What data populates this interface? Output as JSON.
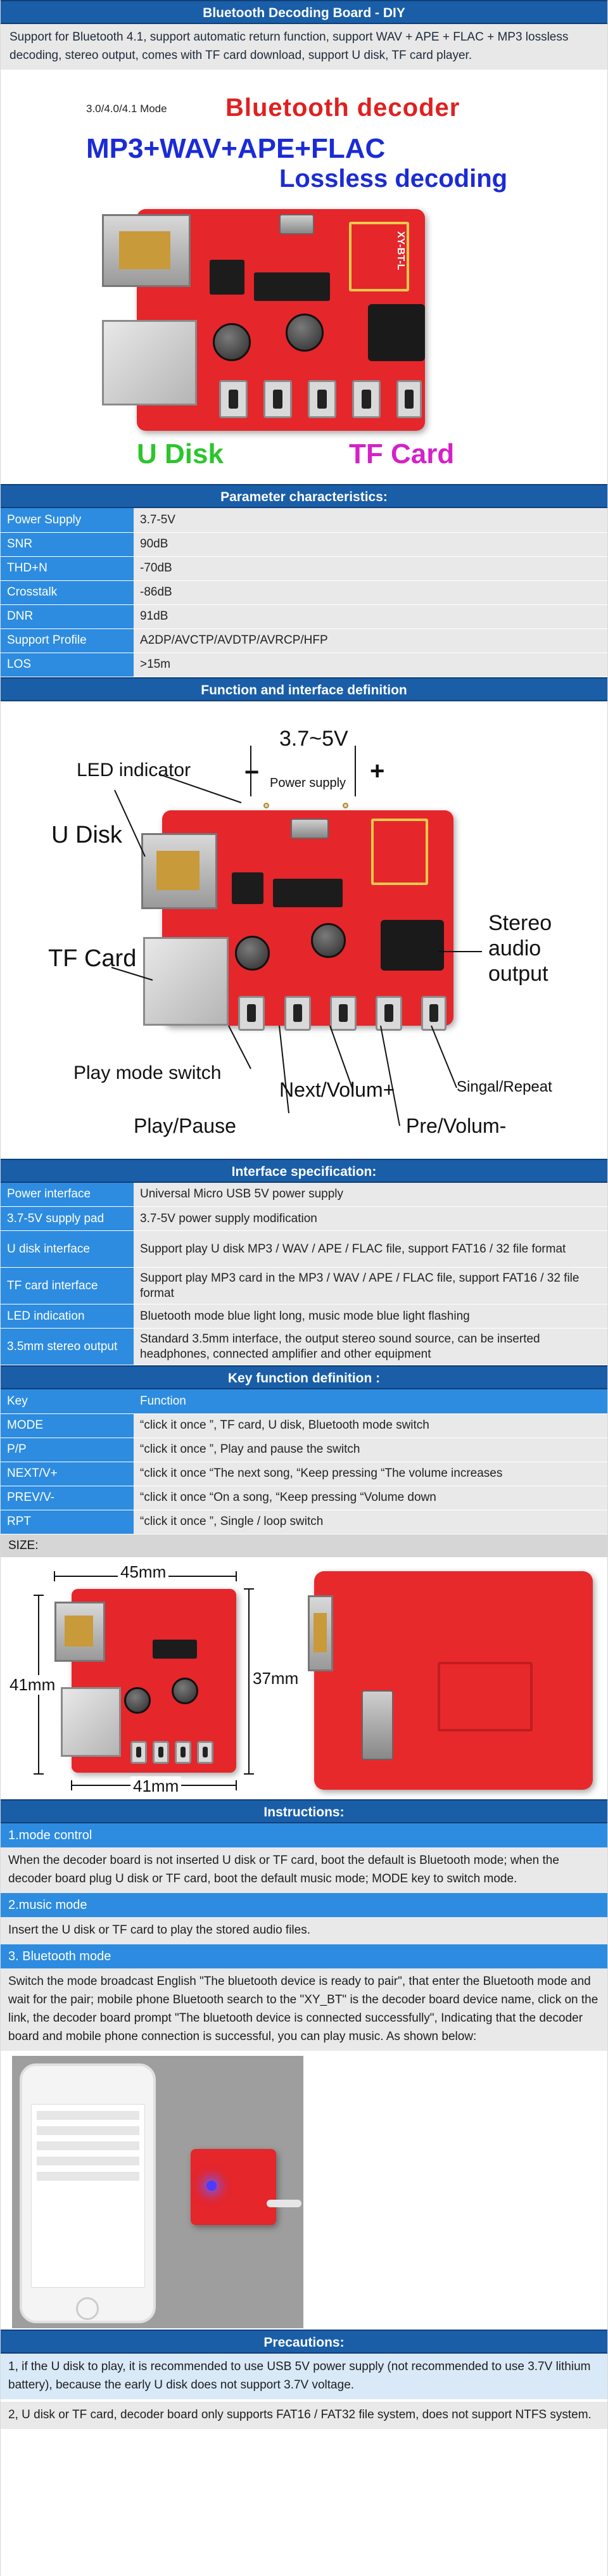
{
  "title": "Bluetooth Decoding Board - DIY",
  "intro": "Support for Bluetooth 4.1, support automatic return function, support WAV + APE + FLAC + MP3 lossless decoding, stereo output, comes with TF card download, support U disk, TF card player.",
  "hero": {
    "mode": "3.0/4.0/4.1 Mode",
    "headline": "Bluetooth decoder",
    "formats": "MP3+WAV+APE+FLAC",
    "lossless": "Lossless decoding",
    "udisk": "U Disk",
    "tfcard": "TF Card",
    "silk_model": "XY-BT-L",
    "colors": {
      "headline": "#e02020",
      "formats": "#1a2bd6",
      "udisk": "#2cc52c",
      "tfcard": "#d520c8"
    }
  },
  "params": {
    "heading": "Parameter characteristics:",
    "rows": [
      {
        "key": "Power Supply",
        "value": "3.7-5V"
      },
      {
        "key": "SNR",
        "value": "90dB"
      },
      {
        "key": "THD+N",
        "value": "-70dB"
      },
      {
        "key": "Crosstalk",
        "value": "-86dB"
      },
      {
        "key": "DNR",
        "value": "91dB"
      },
      {
        "key": "Support Profile",
        "value": "A2DP/AVCTP/AVDTP/AVRCP/HFP"
      },
      {
        "key": "LOS",
        "value": ">15m"
      }
    ]
  },
  "diagram": {
    "heading": "Function and interface definition",
    "led": "LED indicator",
    "voltage": "3.7~5V",
    "minus": "−",
    "plus": "+",
    "supply": "Power supply",
    "udisk": "U Disk",
    "tfcard": "TF Card",
    "stereo": [
      "Stereo",
      "audio",
      "output"
    ],
    "play_mode": "Play mode switch",
    "play_pause": "Play/Pause",
    "next": "Next/Volum+",
    "pre": "Pre/Volum-",
    "singal": "Singal/Repeat"
  },
  "interface": {
    "heading": "Interface specification:",
    "rows": [
      {
        "key": "Power interface",
        "value": "Universal Micro USB 5V power supply"
      },
      {
        "key": "3.7-5V supply pad",
        "value": "3.7-5V power supply modification"
      },
      {
        "key": "U disk interface",
        "value": "Support play U disk MP3 / WAV / APE / FLAC file, support FAT16 / 32 file format"
      },
      {
        "key": "TF card interface",
        "value": "Support play MP3 card in the MP3 / WAV / APE / FLAC file, support FAT16 / 32 file format"
      },
      {
        "key": "LED indication",
        "value": "Bluetooth mode blue light long, music mode blue light flashing"
      },
      {
        "key": "3.5mm stereo output",
        "value": "Standard 3.5mm interface, the output stereo sound source, can be inserted headphones, connected amplifier and other equipment"
      }
    ]
  },
  "keys": {
    "heading": "Key function definition :",
    "col_key": "Key",
    "col_function": "Function",
    "rows": [
      {
        "key": "MODE",
        "value": "“click it once ”,  TF card, U disk, Bluetooth mode switch"
      },
      {
        "key": "P/P",
        "value": "“click it once ”,   Play and pause the switch"
      },
      {
        "key": "NEXT/V+",
        "value": "“click it once “The next song,   “Keep pressing “The volume increases"
      },
      {
        "key": "PREV/V-",
        "value": "“click it once “On a song,   “Keep pressing “Volume down"
      },
      {
        "key": "RPT",
        "value": "“click it once ”,   Single / loop switch"
      }
    ]
  },
  "size": {
    "label": "SIZE:",
    "width_top": "45mm",
    "height_left": "41mm",
    "height_right": "37mm",
    "width_bottom": "41mm"
  },
  "instructions": {
    "heading": "Instructions:",
    "sections": [
      {
        "title": "1.mode control",
        "body": "When the decoder board is not inserted U disk or TF card, boot the default is Bluetooth mode; when the decoder board plug U disk or TF card, boot the default music mode; MODE key to switch mode."
      },
      {
        "title": "2.music mode",
        "body": "Insert the U disk or TF card to play the stored audio files."
      },
      {
        "title": "3. Bluetooth mode",
        "body": "Switch the mode broadcast English \"The bluetooth device is ready to pair\", that enter the Bluetooth mode and wait for the pair; mobile phone Bluetooth search to the \"XY_BT\" is the decoder board device name, click on the link, the decoder board prompt \"The bluetooth device is connected successfully\", Indicating that the decoder board and mobile phone connection is successful, you can play music. As shown below:"
      }
    ]
  },
  "precautions": {
    "heading": "Precautions:",
    "items": [
      "1, if the U disk to play, it is recommended to use USB 5V power supply (not recommended to use 3.7V lithium battery), because the early U disk does not support 3.7V voltage.",
      "2, U disk or TF card, decoder board only supports FAT16 / FAT32 file system, does not support NTFS system."
    ]
  }
}
